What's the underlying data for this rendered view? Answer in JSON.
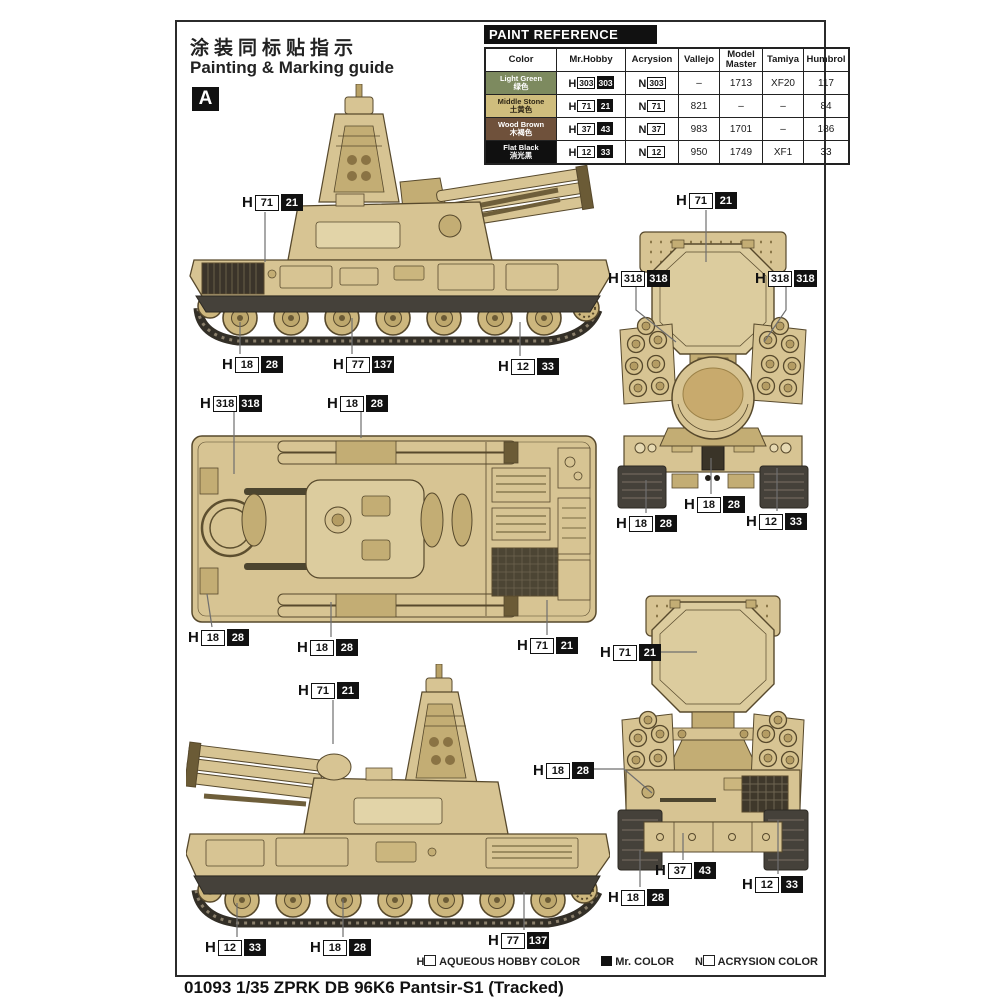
{
  "page": {
    "title_cn": "涂装同标贴指示",
    "title_en": "Painting & Marking guide",
    "variant_label": "A",
    "footer_model": "01093 1/35  ZPRK DB 96K6 Pantsir-S1 (Tracked)",
    "legend": {
      "aqueous_prefix": "H",
      "aqueous": "AQUEOUS HOBBY COLOR",
      "mr_color": "Mr. COLOR",
      "acrysion_prefix": "N",
      "acrysion": "ACRYSION COLOR"
    }
  },
  "labels": {
    "h_prefix": "H",
    "n_prefix": "N"
  },
  "paint_table": {
    "title": "PAINT  REFERENCE  COLOR",
    "headers": [
      "Color",
      "Mr.Hobby",
      "Acrysion",
      "Vallejo",
      "Model Master",
      "Tamiya",
      "Humbrol"
    ],
    "rows": [
      {
        "name": "Light Green",
        "name_cn": "绿色",
        "swatch_style": "background:#7d8a5f;color:#ffffff",
        "hobby_a": "303",
        "hobby_m": "303",
        "acrysion": "303",
        "vallejo": "–",
        "model_master": "1713",
        "tamiya": "XF20",
        "humbrol": "117"
      },
      {
        "name": "Middle Stone",
        "name_cn": "土黄色",
        "swatch_style": "background:#cfbd7d;color:#2e2616",
        "hobby_a": "71",
        "hobby_m": "21",
        "acrysion": "71",
        "vallejo": "821",
        "model_master": "–",
        "tamiya": "–",
        "humbrol": "84"
      },
      {
        "name": "Wood Brown",
        "name_cn": "木褐色",
        "swatch_style": "background:#6f513b;color:#ffffff",
        "hobby_a": "37",
        "hobby_m": "43",
        "acrysion": "37",
        "vallejo": "983",
        "model_master": "1701",
        "tamiya": "–",
        "humbrol": "186"
      },
      {
        "name": "Flat Black",
        "name_cn": "消光黑",
        "swatch_style": "background:#101010;color:#ffffff",
        "hobby_a": "12",
        "hobby_m": "33",
        "acrysion": "12",
        "vallejo": "950",
        "model_master": "1749",
        "tamiya": "XF1",
        "humbrol": "33"
      }
    ]
  },
  "callouts": [
    {
      "a": "71",
      "m": "21"
    },
    {
      "a": "18",
      "m": "28"
    },
    {
      "a": "77",
      "m": "137"
    },
    {
      "a": "12",
      "m": "33"
    },
    {
      "a": "71",
      "m": "21"
    },
    {
      "a": "318",
      "m": "318"
    },
    {
      "a": "318",
      "m": "318"
    },
    {
      "a": "18",
      "m": "28"
    },
    {
      "a": "18",
      "m": "28"
    },
    {
      "a": "12",
      "m": "33"
    },
    {
      "a": "318",
      "m": "318"
    },
    {
      "a": "18",
      "m": "28"
    },
    {
      "a": "18",
      "m": "28"
    },
    {
      "a": "18",
      "m": "28"
    },
    {
      "a": "71",
      "m": "21"
    },
    {
      "a": "71",
      "m": "21"
    },
    {
      "a": "18",
      "m": "28"
    },
    {
      "a": "12",
      "m": "33"
    },
    {
      "a": "18",
      "m": "28"
    },
    {
      "a": "77",
      "m": "137"
    },
    {
      "a": "71",
      "m": "21"
    },
    {
      "a": "37",
      "m": "43"
    },
    {
      "a": "12",
      "m": "33"
    },
    {
      "a": "18",
      "m": "28"
    }
  ]
}
